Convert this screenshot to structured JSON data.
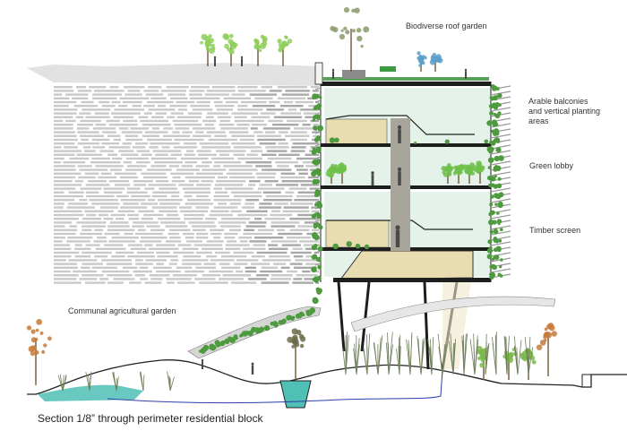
{
  "labels": {
    "roof": "Biodiverse roof garden",
    "balconies": "Arable balconies\nand vertical planting\nareas",
    "lobby": "Green lobby",
    "timber": "Timber screen",
    "communal": "Communal agricultural garden"
  },
  "caption": "Section 1/8” through perimeter residential block",
  "colors": {
    "floor_slab": "#1e1e1e",
    "wall_tan": "#e8ddb0",
    "glass": "#e4f2ea",
    "water": "#4fc0b5",
    "foliage": "#7ab84a",
    "trunk": "#6e5836",
    "ghost_building": "#c9c9c9",
    "screen": "#9a9a9a"
  },
  "icons": [
    "tree-icon",
    "person-icon",
    "planter-icon",
    "reed-icon",
    "shrub-icon"
  ]
}
